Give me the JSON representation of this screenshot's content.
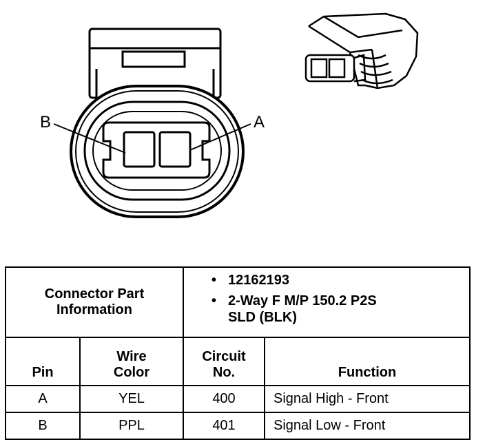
{
  "diagram": {
    "pin_labels": [
      "B",
      "A"
    ]
  },
  "table": {
    "part_info_label_line1": "Connector Part",
    "part_info_label_line2": "Information",
    "part_bullets": [
      {
        "bullet": "•",
        "line1": "12162193",
        "line2": ""
      },
      {
        "bullet": "•",
        "line1": "2-Way F M/P 150.2 P2S",
        "line2": "SLD (BLK)"
      }
    ],
    "headers": {
      "pin": "Pin",
      "wire_line1": "Wire",
      "wire_line2": "Color",
      "circuit_line1": "Circuit",
      "circuit_line2": "No.",
      "function": "Function"
    },
    "rows": [
      {
        "pin": "A",
        "wire": "YEL",
        "circuit": "400",
        "function": "Signal High - Front"
      },
      {
        "pin": "B",
        "wire": "PPL",
        "circuit": "401",
        "function": "Signal Low - Front"
      }
    ]
  }
}
